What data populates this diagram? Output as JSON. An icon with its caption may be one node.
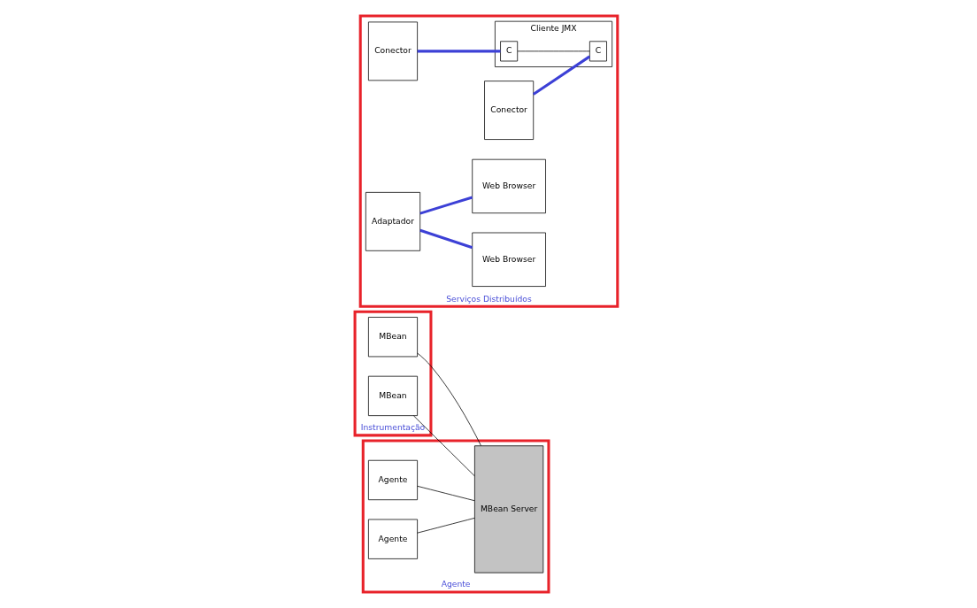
{
  "diagram": {
    "nodes": [
      {
        "text": [
          "Instrumentação"
        ]
      },
      {
        "text": [
          "MBean"
        ],
        "in": 0
      },
      {
        "text": [
          "MBean"
        ],
        "in": 0
      },
      {
        "text": [
          "Agente"
        ]
      },
      {
        "text": [
          "Agente"
        ],
        "in": 3
      },
      {
        "text": [
          "Agente"
        ],
        "in": 3
      },
      {
        "text": [
          "MBean Server"
        ],
        "in": 3
      },
      {
        "text": [
          "Serviços Distribuídos"
        ]
      },
      {
        "text": [
          "Conector"
        ],
        "in": 7
      },
      {
        "text": [
          "Conector"
        ],
        "in": 7
      },
      {
        "text": [
          "Adaptador"
        ],
        "in": 7
      },
      {
        "text": [
          "Cliente JMX"
        ],
        "in": 7
      },
      {
        "text": [
          "C"
        ],
        "in": 11
      },
      {
        "text": [
          "C"
        ],
        "in": 11
      },
      {
        "text": [
          "Web Browser"
        ],
        "in": 7
      },
      {
        "text": [
          "Web Browser"
        ],
        "in": 7
      }
    ],
    "edges": [
      {
        "from": 1,
        "to": 6,
        "arrow": "none"
      },
      {
        "from": 2,
        "to": 6,
        "arrow": "none"
      },
      {
        "from": 4,
        "to": 6,
        "arrow": "none"
      },
      {
        "from": 5,
        "to": 6,
        "arrow": "none"
      },
      {
        "from": 8,
        "to": 12,
        "arrow": "none",
        "style": "thick",
        "color": "#3c40d6"
      },
      {
        "from": 9,
        "to": 13,
        "arrow": "none",
        "style": "thick",
        "color": "#3c40d6"
      },
      {
        "from": 12,
        "to": 13,
        "arrow": "none"
      },
      {
        "from": 10,
        "to": 14,
        "arrow": "none",
        "style": "thick",
        "color": "#3c40d6"
      },
      {
        "from": 10,
        "to": 15,
        "arrow": "none",
        "style": "thick",
        "color": "#3c40d6"
      }
    ]
  }
}
